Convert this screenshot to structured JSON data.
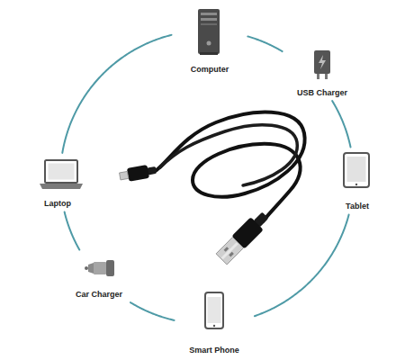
{
  "diagram": {
    "nodes": [
      {
        "text": [
          "Computer"
        ]
      },
      {
        "text": [
          "USB Charger"
        ]
      },
      {
        "text": [
          "Laptop"
        ]
      },
      {
        "text": [
          "Tablet"
        ]
      },
      {
        "text": [
          "Car Charger"
        ]
      },
      {
        "text": [
          "Smart Phone"
        ]
      }
    ],
    "edges": [
      {
        "from": 0,
        "to": 1,
        "arrow": "none"
      },
      {
        "from": 1,
        "to": 3,
        "arrow": "none"
      },
      {
        "from": 3,
        "to": 5,
        "arrow": "none"
      },
      {
        "from": 5,
        "to": 4,
        "arrow": "none"
      },
      {
        "from": 4,
        "to": 2,
        "arrow": "none"
      },
      {
        "from": 2,
        "to": 0,
        "arrow": "none"
      }
    ]
  }
}
